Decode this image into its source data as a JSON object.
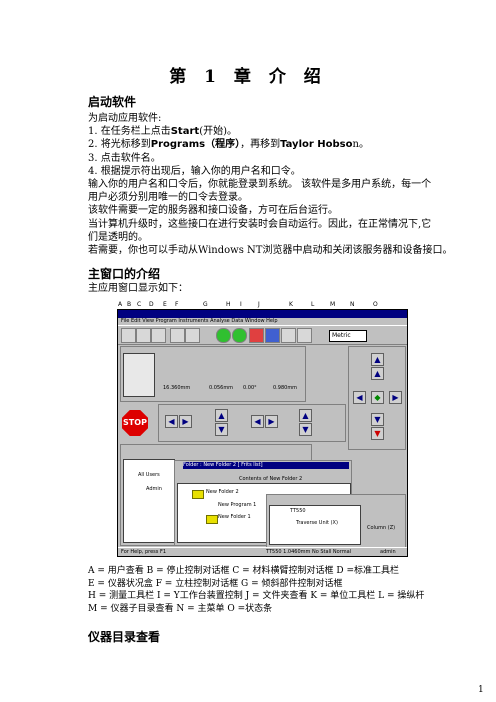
{
  "chapter_title": "第 1 章 介  绍",
  "sec1": {
    "heading": "启动软件",
    "intro": "为启动应用软件:",
    "steps": [
      {
        "num": "1.",
        "pre": "在任务栏上点击",
        "bold": "Start",
        "post": "(开始)。"
      },
      {
        "num": "2.",
        "pre": "将光标移到",
        "bold": "Programs（程序）",
        "mid": "，再移到",
        "bold2": "Taylor Hobso",
        "post": "n。"
      },
      {
        "num": "3.",
        "text": "点击软件名。"
      },
      {
        "num": "4.",
        "text": "根据提示符出现后，输入你的用户名和口令。"
      }
    ],
    "para1a": "输入你的用户名和口令后，你就能登录到系统。 该软件是多用户系统，每一个",
    "para1b": "用户必须分别用唯一的口令去登录。",
    "para2": "该软件需要一定的服务器和接口设备，方可在后台运行。",
    "para3a": "当计算机升级时，这些接口在进行安装时会自动运行。因此，在正常情况下,它",
    "para3b": "们是透明的。",
    "para4": "若需要，你也可以手动从Windows NT浏览器中启动和关闭该服务器和设备接口。"
  },
  "sec2": {
    "heading": "主窗口的介绍",
    "intro": "主应用窗口显示如下："
  },
  "figure": {
    "callout_letters": [
      "A",
      "B",
      "C",
      "D",
      "E",
      "F",
      "G",
      "H",
      "I",
      "J",
      "K",
      "L",
      "M",
      "N",
      "O"
    ],
    "menu": "File  Edit  View  Program  Instruments  Analyse  Data  Window  Help",
    "metric": "Metric",
    "stop": "STOP",
    "readouts": [
      "16.360mm",
      "0.056mm",
      "0.00°",
      "0.980mm"
    ],
    "all_users": "All Users",
    "admin": "Admin",
    "folder_path": "Folder : New Folder 2 [ Frits list]",
    "contents_label": "Contents of New Folder 2",
    "new_folder_2": "New Folder 2",
    "new_program_1": "New Program 1",
    "new_folder_1": "New Folder 1",
    "instrument": "TT550",
    "traverse": "Traverse Unit (X)",
    "column": "Column (Z)",
    "status_left": "For Help, press F1",
    "status_mid": "TT550  1.0460mm  No Stall  Normal",
    "status_right": "admin"
  },
  "legend": [
    "A = 用户查看    B = 停止控制对话框  C = 材料横臂控制对话框  D =标准工具栏",
    "E = 仪器状况盒  F = 立柱控制对话框  G = 倾斜部件控制对话框",
    "H = 测量工具栏   I = Y工作台装置控制 J = 文件夹查看  K = 单位工具栏  L = 操纵杆",
    "M = 仪器子目录查看  N = 主菜单  O =状态条"
  ],
  "sec3_heading": "仪器目录查看",
  "page_number": "1"
}
